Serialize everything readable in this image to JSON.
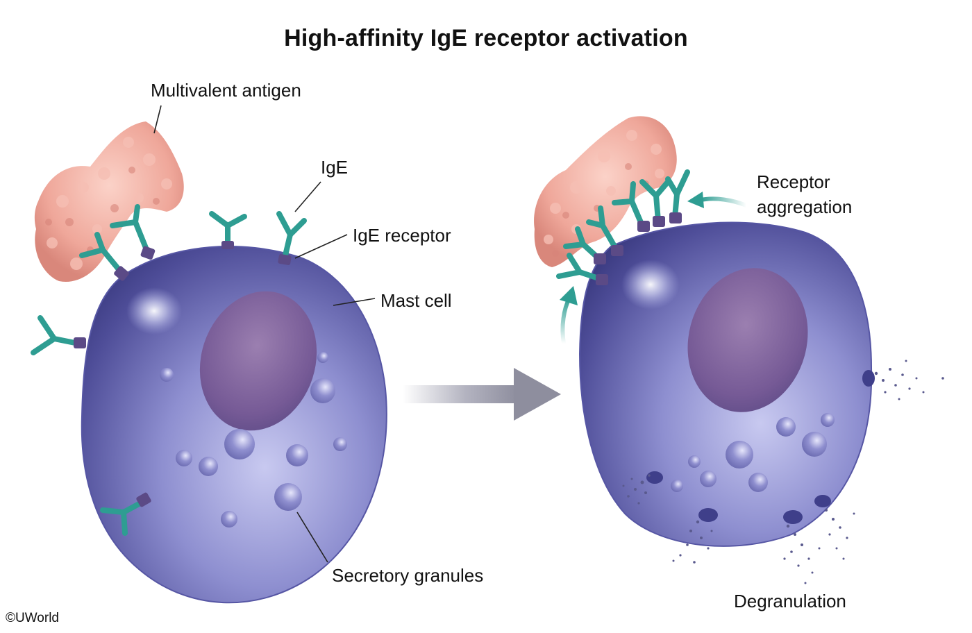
{
  "title": "High-affinity IgE receptor activation",
  "labels": {
    "antigen": "Multivalent antigen",
    "ige": "IgE",
    "ige_receptor": "IgE receptor",
    "mast_cell": "Mast cell",
    "granules": "Secretory granules",
    "aggregation_line1": "Receptor",
    "aggregation_line2": "aggregation",
    "degranulation": "Degranulation"
  },
  "copyright": "©UWorld",
  "colors": {
    "antibody": "#2e9d92",
    "receptor": "#5b4a86",
    "cell": "#6f6fb6",
    "antigen": "#f0aaa0",
    "arrow": "#8e8e9e"
  }
}
